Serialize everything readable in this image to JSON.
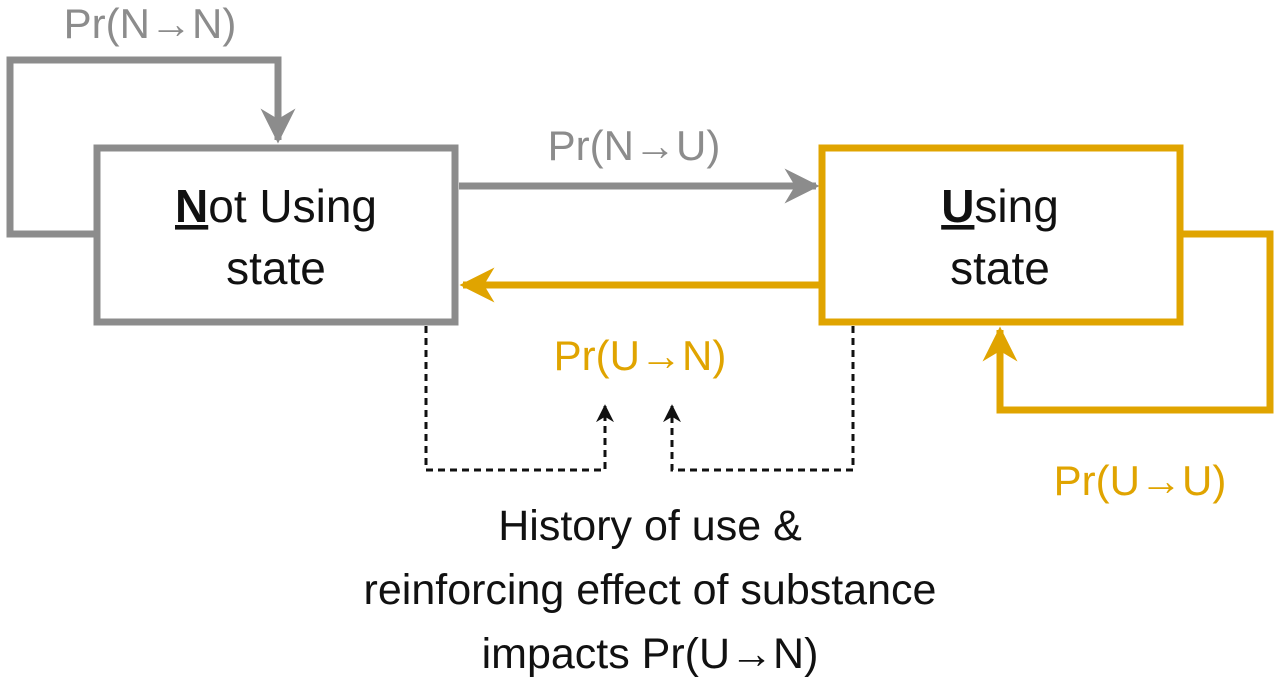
{
  "colors": {
    "not_using": "#8c8c8c",
    "using": "#e0a400",
    "influence": "#111111",
    "text": "#111111"
  },
  "states": {
    "not_using": {
      "initial": "N",
      "rest_line1": "ot Using",
      "line2": "state"
    },
    "using": {
      "initial": "U",
      "rest_line1": "sing",
      "line2": "state"
    }
  },
  "transitions": {
    "n_to_n": "Pr(N→N)",
    "n_to_u": "Pr(N→U)",
    "u_to_n": "Pr(U→N)",
    "u_to_u": "Pr(U→U)"
  },
  "caption": {
    "line1": "History of use &",
    "line2": "reinforcing effect of substance",
    "line3": "impacts Pr(U→N)"
  }
}
